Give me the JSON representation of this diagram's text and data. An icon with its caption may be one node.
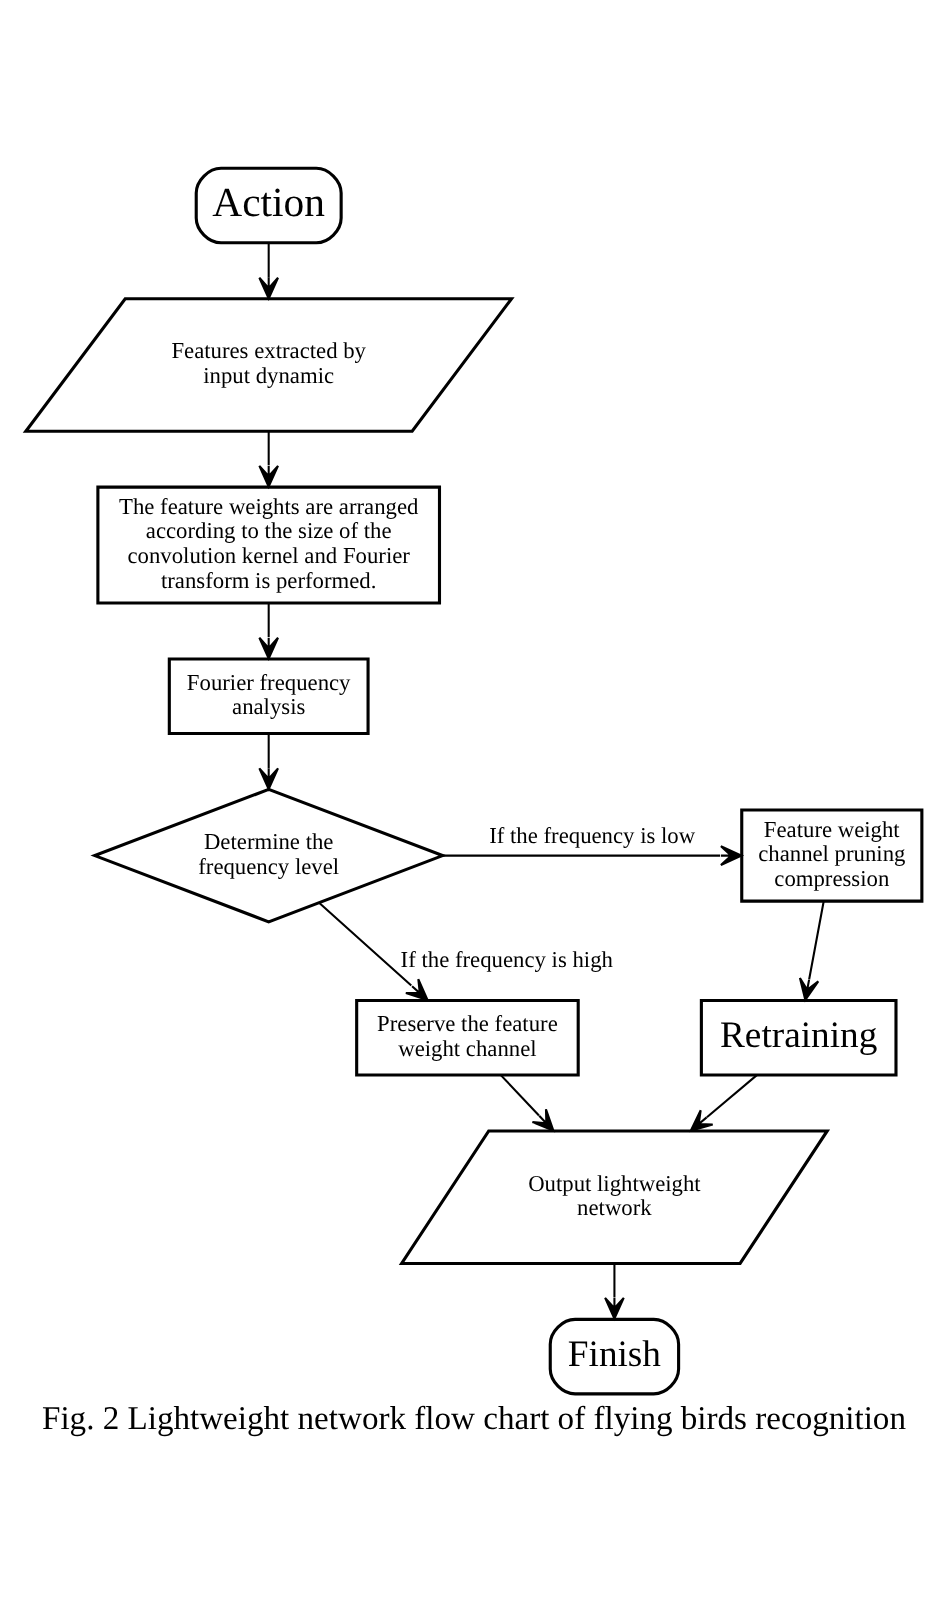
{
  "diagram": {
    "caption": "Fig. 2 Lightweight network flow chart of flying birds recognition",
    "nodes": [
      {
        "text": [
          "Action"
        ]
      },
      {
        "text": [
          "Features extracted by input dynamic"
        ]
      },
      {
        "text": [
          "The feature weights are arranged according to the size of the convolution kernel and Fourier transform is performed."
        ]
      },
      {
        "text": [
          "Fourier frequency analysis"
        ]
      },
      {
        "text": [
          "Determine the frequency level"
        ]
      },
      {
        "text": [
          "Feature weight channel pruning compression"
        ]
      },
      {
        "text": [
          "Preserve the feature weight channel"
        ]
      },
      {
        "text": [
          "Retraining"
        ]
      },
      {
        "text": [
          "Output lightweight network"
        ]
      },
      {
        "text": [
          "Finish"
        ]
      }
    ],
    "edges": [
      {
        "from": 0,
        "to": 1,
        "arrow": "to"
      },
      {
        "from": 1,
        "to": 2,
        "arrow": "to"
      },
      {
        "from": 2,
        "to": 3,
        "arrow": "to"
      },
      {
        "from": 3,
        "to": 4,
        "arrow": "to"
      },
      {
        "from": 4,
        "to": 5,
        "arrow": "to",
        "label": "If the frequency is low"
      },
      {
        "from": 4,
        "to": 6,
        "arrow": "to",
        "label": "If the frequency is high"
      },
      {
        "from": 5,
        "to": 7,
        "arrow": "to"
      },
      {
        "from": 6,
        "to": 8,
        "arrow": "to"
      },
      {
        "from": 7,
        "to": 8,
        "arrow": "to"
      },
      {
        "from": 8,
        "to": 9,
        "arrow": "to"
      }
    ]
  }
}
